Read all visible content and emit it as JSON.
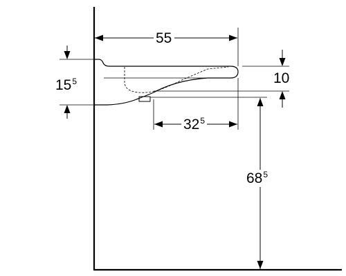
{
  "dimensions": {
    "width": {
      "main": "55",
      "sup": ""
    },
    "height_total": {
      "main": "15",
      "sup": "5"
    },
    "rim_height": {
      "main": "10",
      "sup": ""
    },
    "drain_offset": {
      "main": "32",
      "sup": "5"
    },
    "mount_height": {
      "main": "68",
      "sup": "5"
    }
  }
}
